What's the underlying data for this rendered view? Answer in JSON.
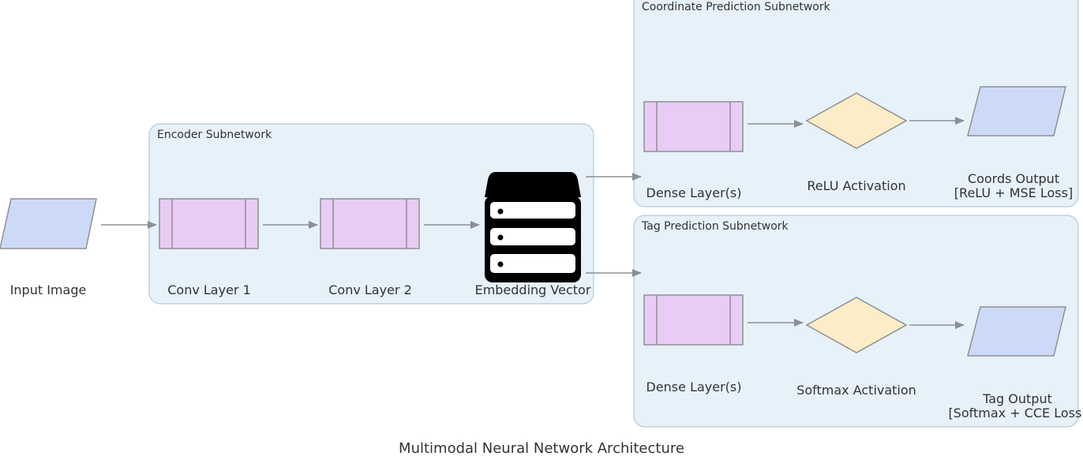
{
  "diagram": {
    "caption": "Multimodal Neural Network Architecture",
    "clusters": {
      "encoder": "Encoder Subnetwork",
      "coord": "Coordinate Prediction Subnetwork",
      "tag": "Tag Prediction Subnetwork"
    },
    "nodes": {
      "input_image": "Input Image",
      "conv1": "Conv Layer 1",
      "conv2": "Conv Layer 2",
      "embedding": "Embedding Vector",
      "dense_coord": "Dense Layer(s)",
      "relu": "ReLU Activation",
      "coords_out_l1": "Coords Output",
      "coords_out_l2": "[ReLU + MSE Loss]",
      "dense_tag": "Dense Layer(s)",
      "softmax": "Softmax Activation",
      "tag_out_l1": "Tag Output",
      "tag_out_l2": "[Softmax + CCE Loss]"
    },
    "colors": {
      "cluster_fill": "#e6f1fa",
      "cluster_stroke": "#b7c9d8",
      "io_fill": "#ccdaf8",
      "layer_fill": "#e8ccf4",
      "activation_fill": "#fcedc8",
      "stroke": "#909090",
      "edge": "#8b8f96",
      "db_icon": "#000000"
    }
  }
}
